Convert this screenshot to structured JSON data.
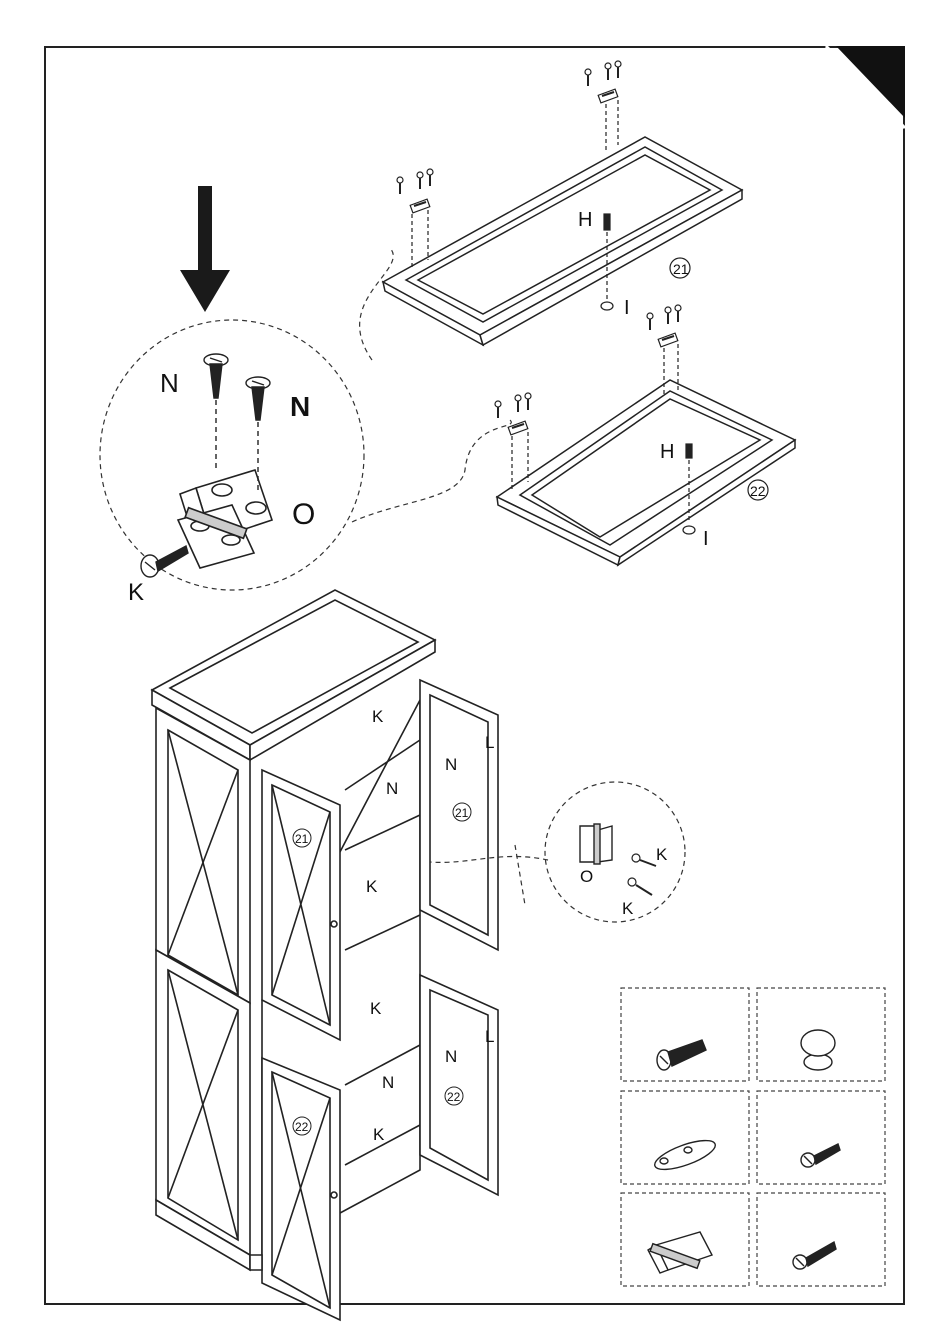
{
  "labels": {
    "screw_n_left": "N",
    "screw_n_right": "N",
    "hinge_o": "O",
    "screw_k": "K",
    "peg_h_top": "H",
    "support_i_top": "I",
    "panel_21": "21",
    "peg_h_bottom": "H",
    "support_i_bottom": "I",
    "panel_22": "22",
    "cab_k1": "K",
    "cab_n1": "N",
    "cab_l1": "L",
    "cab_n2": "N",
    "cab_21_door_left": "21",
    "cab_21_door_right": "21",
    "cab_k2": "K",
    "cab_k3": "K",
    "cab_n3": "N",
    "cab_l2": "L",
    "cab_n4": "N",
    "cab_22_door_left": "22",
    "cab_22_door_right": "22",
    "cab_k4": "K",
    "detail_k1": "K",
    "detail_o": "O",
    "detail_k2": "K"
  },
  "hardware_legend": [
    {
      "icon": "bolt-icon"
    },
    {
      "icon": "knob-icon"
    },
    {
      "icon": "plate-icon"
    },
    {
      "icon": "short-screw-icon"
    },
    {
      "icon": "hinge-icon"
    },
    {
      "icon": "long-screw-icon"
    }
  ],
  "colors": {
    "line": "#222222",
    "corner": "#111111"
  }
}
